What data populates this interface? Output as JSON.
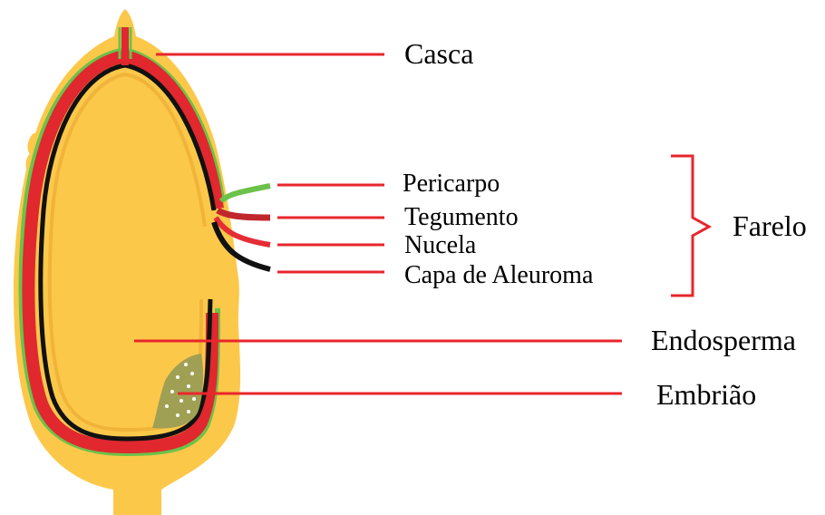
{
  "labels": {
    "casca": "Casca",
    "pericarpo": "Pericarpo",
    "tegumento": "Tegumento",
    "nucela": "Nucela",
    "aleuroma": "Capa de Aleuroma",
    "farelo": "Farelo",
    "endosperma": "Endosperma",
    "embriao": "Embrião"
  },
  "colors": {
    "casca": "#fcc84a",
    "pericarpo": "#6cc24a",
    "tegumento": "#e0282e",
    "tegumento_dark": "#c0272d",
    "nucela": "#e52d35",
    "aleuroma": "#111111",
    "endosperma_border": "#f0b43a",
    "embriao": "#a0a055",
    "leader": "#e8262b"
  }
}
